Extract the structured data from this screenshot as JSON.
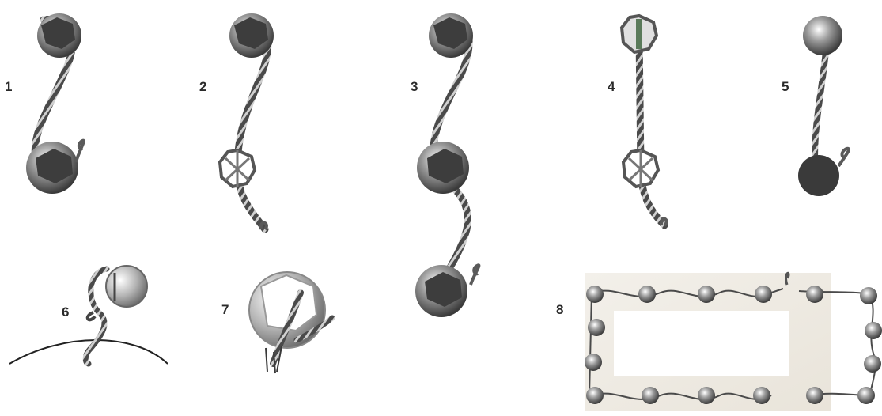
{
  "figure": {
    "steps": [
      {
        "label": "1",
        "icon": "rope-two-toggle-icon"
      },
      {
        "label": "2",
        "icon": "rope-knot-ball-icon"
      },
      {
        "label": "3",
        "icon": "rope-three-toggle-icon"
      },
      {
        "label": "4",
        "icon": "rope-double-knot-icon"
      },
      {
        "label": "5",
        "icon": "rope-ball-loop-icon"
      },
      {
        "label": "6",
        "icon": "button-on-fabric-icon"
      },
      {
        "label": "7",
        "icon": "toggle-tied-icon"
      },
      {
        "label": "8",
        "icon": "frame-button-chain-icon"
      }
    ],
    "colors": {
      "dark": "#3a3a3a",
      "mid": "#8a8a8a",
      "light": "#e6e6e6",
      "panel": "#f2ede4"
    }
  }
}
